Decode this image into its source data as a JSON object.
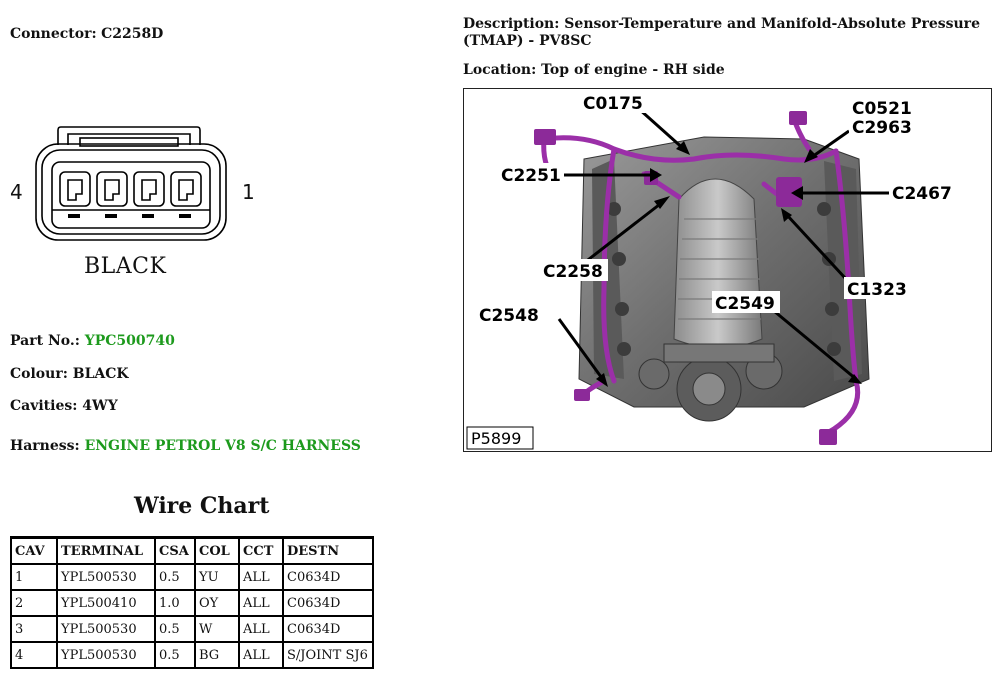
{
  "connector": {
    "label": "Connector:",
    "id": "C2258D",
    "pin_left": "4",
    "pin_right": "1",
    "housing_colour_text": "BLACK"
  },
  "description": {
    "label": "Description:",
    "text": "Sensor-Temperature and Manifold-Absolute Pressure (TMAP) - PV8SC"
  },
  "location": {
    "label": "Location:",
    "text": "Top of engine - RH side"
  },
  "part": {
    "label": "Part No.:",
    "value": "YPC500740"
  },
  "colour": {
    "label": "Colour:",
    "value": "BLACK"
  },
  "cavities": {
    "label": "Cavities:",
    "value": "4WY"
  },
  "harness": {
    "label": "Harness:",
    "value": "ENGINE PETROL V8 S/C HARNESS"
  },
  "photo": {
    "ref": "P5899",
    "callouts": [
      "C0175",
      "C0521",
      "C2963",
      "C2251",
      "C2467",
      "C2258",
      "C1323",
      "C2548",
      "C2549"
    ]
  },
  "wire_chart": {
    "title": "Wire Chart",
    "headers": [
      "CAV",
      "TERMINAL",
      "CSA",
      "COL",
      "CCT",
      "DESTN"
    ],
    "rows": [
      [
        "1",
        "YPL500530",
        "0.5",
        "YU",
        "ALL",
        "C0634D"
      ],
      [
        "2",
        "YPL500410",
        "1.0",
        "OY",
        "ALL",
        "C0634D"
      ],
      [
        "3",
        "YPL500530",
        "0.5",
        "W",
        "ALL",
        "C0634D"
      ],
      [
        "4",
        "YPL500530",
        "0.5",
        "BG",
        "ALL",
        "S/JOINT SJ6"
      ]
    ]
  },
  "colors": {
    "link_green": "#1d9a1d",
    "harness_purple": "#9b2fa8"
  }
}
